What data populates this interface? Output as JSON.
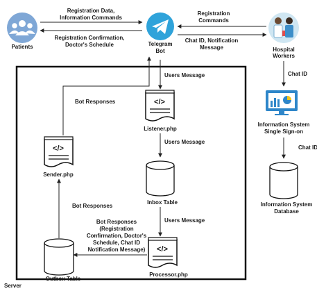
{
  "nodes": {
    "patients": "Patients",
    "telegram_bot": [
      "Telegram",
      "Bot"
    ],
    "hospital_workers": [
      "Hospital",
      "Workers"
    ],
    "listener": "Listener.php",
    "sender": "Sender.php",
    "processor": "Processor.php",
    "inbox_table": "Inbox Table",
    "outbox_table": "Outbox Table",
    "info_system_sso": [
      "Information System",
      "Single Sign-on"
    ],
    "info_system_db": [
      "Information System",
      "Database"
    ],
    "server": "Server"
  },
  "edges": {
    "registration_data": [
      "Registration Data,",
      "Information Commands"
    ],
    "registration_confirmation": [
      "Registration Confirmation,",
      "Doctor's Schedule"
    ],
    "registration_commands": [
      "Registration",
      "Commands"
    ],
    "chat_id_notification": [
      "Chat ID, Notification",
      "Message"
    ],
    "chat_id_1": "Chat ID",
    "chat_id_2": "Chat ID",
    "users_message_1": "Users Message",
    "users_message_2": "Users Message",
    "users_message_3": "Users Message",
    "bot_responses_1": "Bot Responses",
    "bot_responses_2": "Bot Responses",
    "bot_responses_detail": [
      "Bot Responses",
      "(Registration",
      "Confirmation, Doctor's",
      "Schedule, Chat ID",
      "Notification Message)"
    ]
  },
  "icons": {
    "patients": "patients-group-icon",
    "telegram": "telegram-icon",
    "hospital": "hospital-workers-icon",
    "php": "php-script-icon",
    "database": "database-cylinder-icon",
    "dashboard": "dashboard-monitor-icon"
  },
  "colors": {
    "patients_circle": "#7fa7d6",
    "telegram_blue": "#2fa3da",
    "monitor_blue": "#2e86c9",
    "pie_yellow": "#f5c518"
  }
}
